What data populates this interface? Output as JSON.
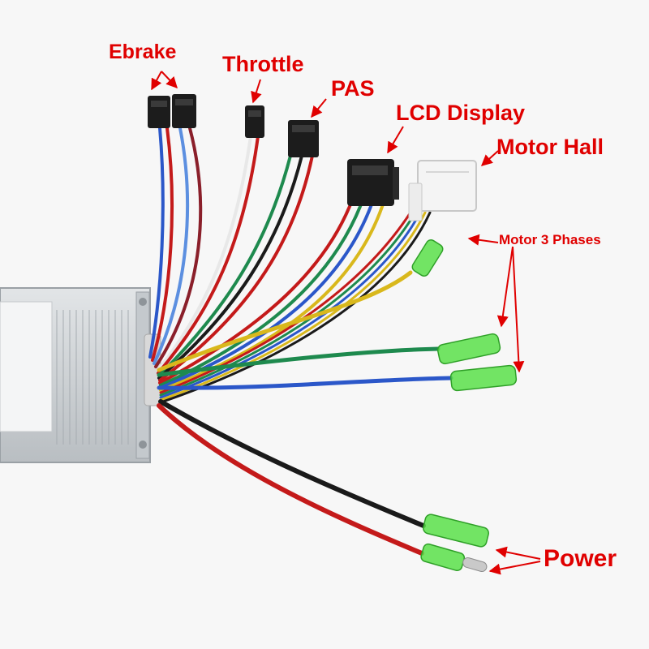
{
  "labels": {
    "ebrake": "Ebrake",
    "throttle": "Throttle",
    "pas": "PAS",
    "lcd_display": "LCD Display",
    "motor_hall": "Motor Hall",
    "motor_3_phases": "Motor 3 Phases",
    "power": "Power"
  },
  "colors": {
    "label_text": "#e00000",
    "arrow": "#e00000",
    "housing": "#cfd3d6",
    "connector_black": "#1c1c1c",
    "connector_white": "#f4f4f4",
    "terminal_green": "#5be04a",
    "wire_red": "#c41a1a",
    "wire_dark_red": "#8a1f2a",
    "wire_blue": "#2b57c9",
    "wire_light_blue": "#5c8fe0",
    "wire_green": "#1e8a4e",
    "wire_yellow": "#d9b81c",
    "wire_black": "#1a1a1a",
    "wire_white": "#e8e8e8"
  }
}
